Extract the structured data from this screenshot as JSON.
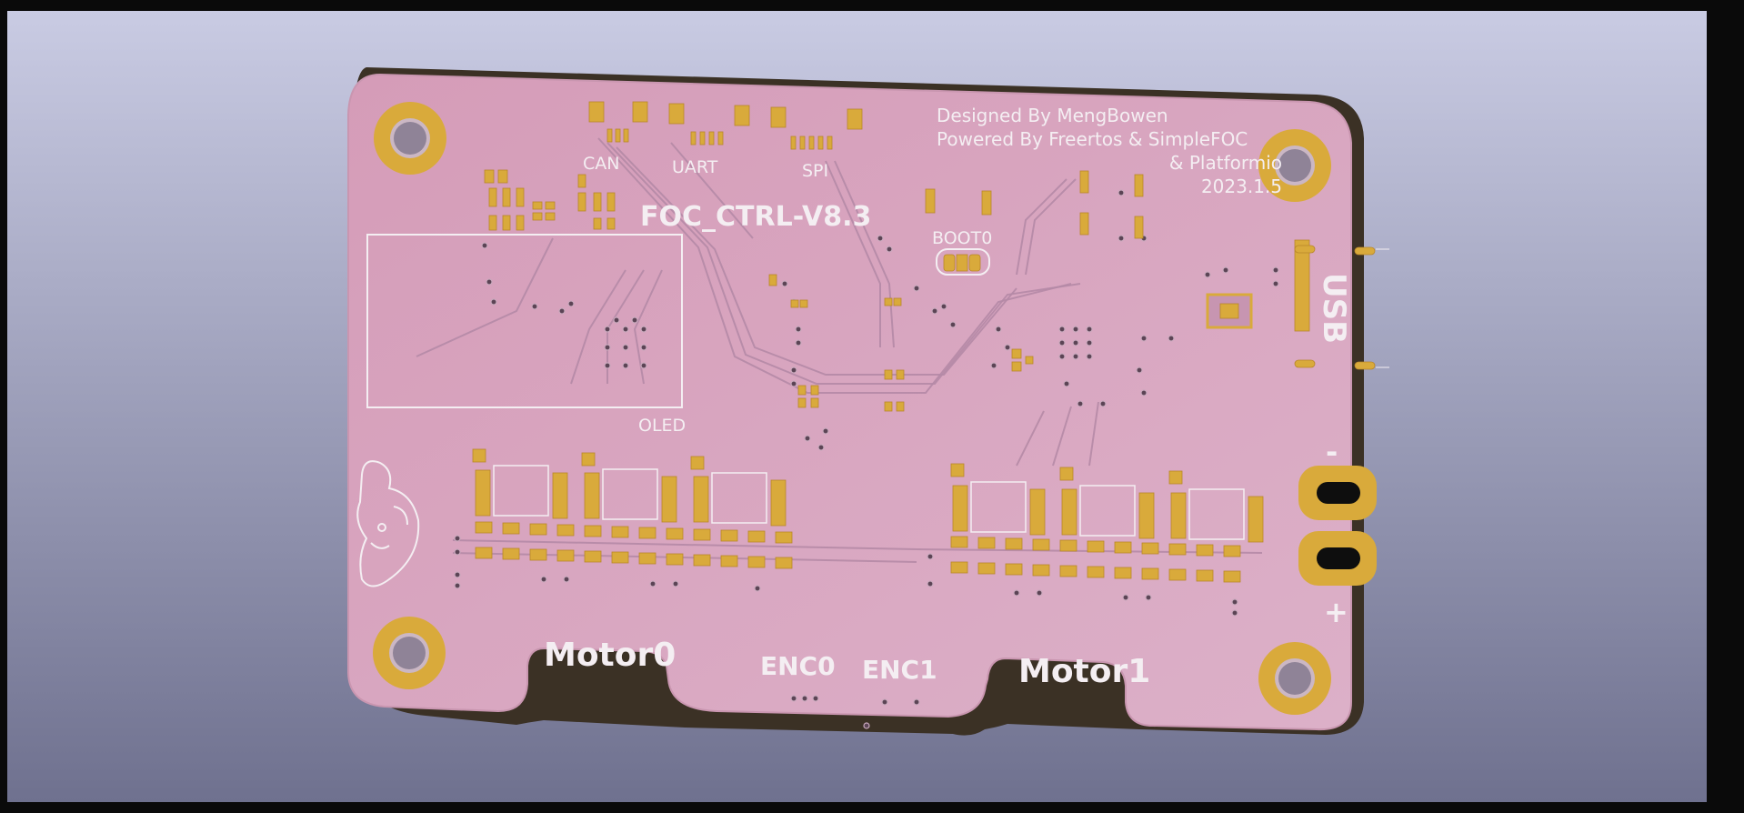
{
  "scene": {
    "background_top": "#c9cbe3",
    "background_bottom": "#6f718f",
    "board_color": "#d7a2bd",
    "board_edge": "#3b3125",
    "copper": "#d9aa3b",
    "silkscreen": "#f4eef2"
  },
  "board": {
    "credits": {
      "line1": "Designed By MengBowen",
      "line2": "Powered By Freertos & SimpleFOC",
      "line3": "& Platformio",
      "line4": "2023.1.5"
    },
    "title": "FOC_CTRL-V8.3",
    "connectors": {
      "can": "CAN",
      "uart": "UART",
      "spi": "SPI",
      "boot0": "BOOT0",
      "oled": "OLED",
      "usb": "USB",
      "minus": "-",
      "plus": "+"
    },
    "labels": {
      "motor0": "Motor0",
      "enc0": "ENC0",
      "enc1": "ENC1",
      "motor1": "Motor1"
    }
  }
}
